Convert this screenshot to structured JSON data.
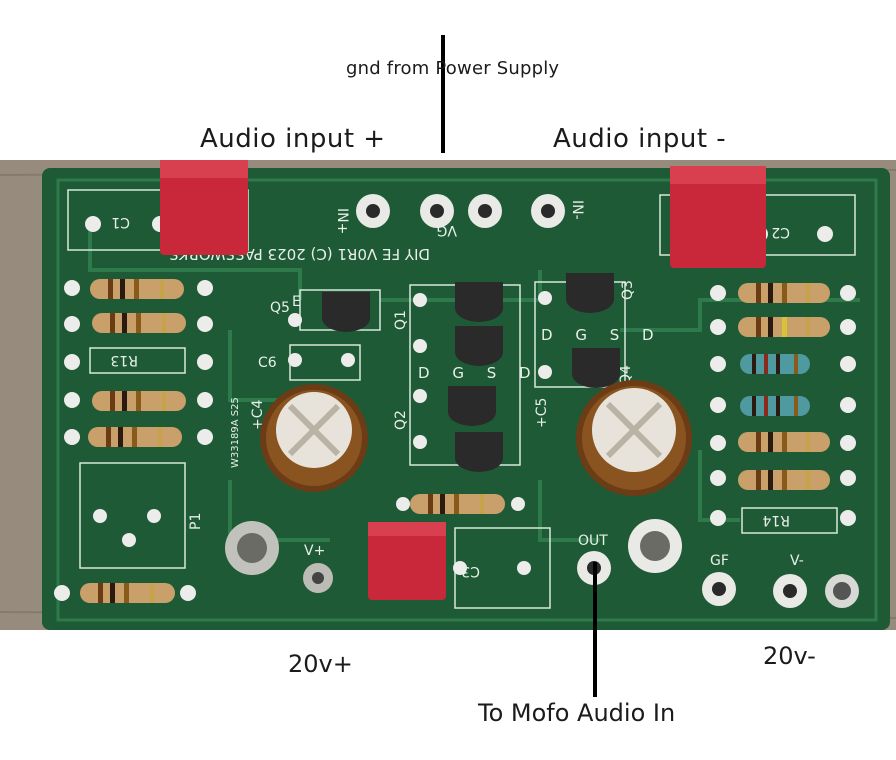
{
  "annotations": {
    "gnd_from_power_supply": "gnd from Power Supply",
    "audio_input_plus": "Audio input +",
    "audio_input_minus": "Audio input -",
    "v20_plus": "20v+",
    "v20_minus": "20v-",
    "to_mofo_audio_in": "To Mofo Audio In"
  },
  "board": {
    "copyright": "DIY FE V0R1 (C) 2023 PASSWORKS",
    "labels": {
      "in_plus": "IN+",
      "in_minus": "IN-",
      "vg": "VG",
      "c1": "C1",
      "c2": "C2",
      "c3": "C3",
      "c4": "+C4",
      "c5": "+C5",
      "c6": "C6",
      "q1": "Q1",
      "q2": "Q2",
      "q3": "Q3",
      "q4": "Q4",
      "q5": "Q5",
      "q5e": "E",
      "dgsd": "D G S D",
      "r13": "R13",
      "r14": "R14",
      "p1": "P1",
      "out": "OUT",
      "gf": "GF",
      "vplus": "V+",
      "vminus": "V-",
      "cap_code": "W33189A S25"
    }
  },
  "colors": {
    "pcb_green": "#1f5a36",
    "pcb_trace": "#2e7a4b",
    "capacitor_red": "#c8283a",
    "electrolytic_brown": "#6b3c15",
    "resistor_tan": "#c9a06a",
    "background_wood": "#8f8577"
  }
}
